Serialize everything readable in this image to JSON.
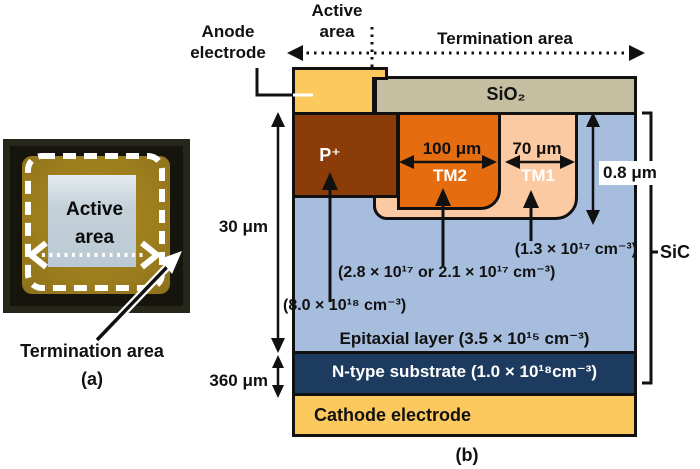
{
  "photo": {
    "active_area_label": "Active area",
    "termination_label": "Termination area",
    "caption": "(a)"
  },
  "diagram": {
    "top": {
      "anode_label": "Anode electrode",
      "active_area_label": "Active area",
      "termination_label": "Termination area"
    },
    "layers": {
      "sio2": "SiO₂",
      "p_plus": "P⁺",
      "tm2": "TM2",
      "tm1": "TM1",
      "epitaxial": "Epitaxial layer (3.5 × 10¹⁵ cm⁻³)",
      "substrate": "N-type substrate (1.0 × 10¹⁸cm⁻³)",
      "cathode": "Cathode electrode",
      "sic": "SiC"
    },
    "dimensions": {
      "tm2_width": "100 μm",
      "tm1_width": "70 μm",
      "tm_depth": "0.8 μm",
      "epi_thickness": "30 μm",
      "substrate_thickness": "360 μm"
    },
    "concentrations": {
      "tm1": "(1.3 × 10¹⁷ cm⁻³)",
      "tm2": "(2.8 × 10¹⁷ or 2.1 × 10¹⁷ cm⁻³)",
      "p_plus": "(8.0 × 10¹⁸ cm⁻³)"
    },
    "caption": "(b)"
  },
  "colors": {
    "electrode": "#fcc95e",
    "sio2": "#c6bea0",
    "p_plus": "#8b3c08",
    "tm2": "#e56d10",
    "tm1": "#fbcaa2",
    "epi": "#a6bdde",
    "substrate": "#1d3a5f"
  }
}
